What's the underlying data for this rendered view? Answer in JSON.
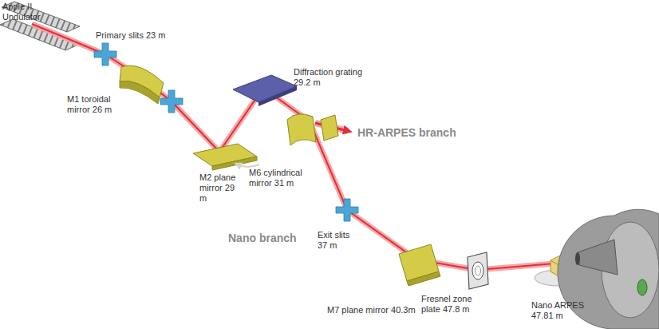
{
  "diagram": {
    "labels": [
      "Apple II Undulator",
      "Primary slits 23 m",
      "M1 toroidal mirror 26 m",
      "Diffraction grating 29.2 m",
      "M2 plane mirror 29 m",
      "M6 cylindrical mirror 31 m",
      "HR-ARPES branch",
      "Nano branch",
      "Exit slits 37 m",
      "M7 plane mirror 40.3m",
      "Fresnel zone plate 47.8 m",
      "Nano ARPES 47.81 m"
    ]
  }
}
